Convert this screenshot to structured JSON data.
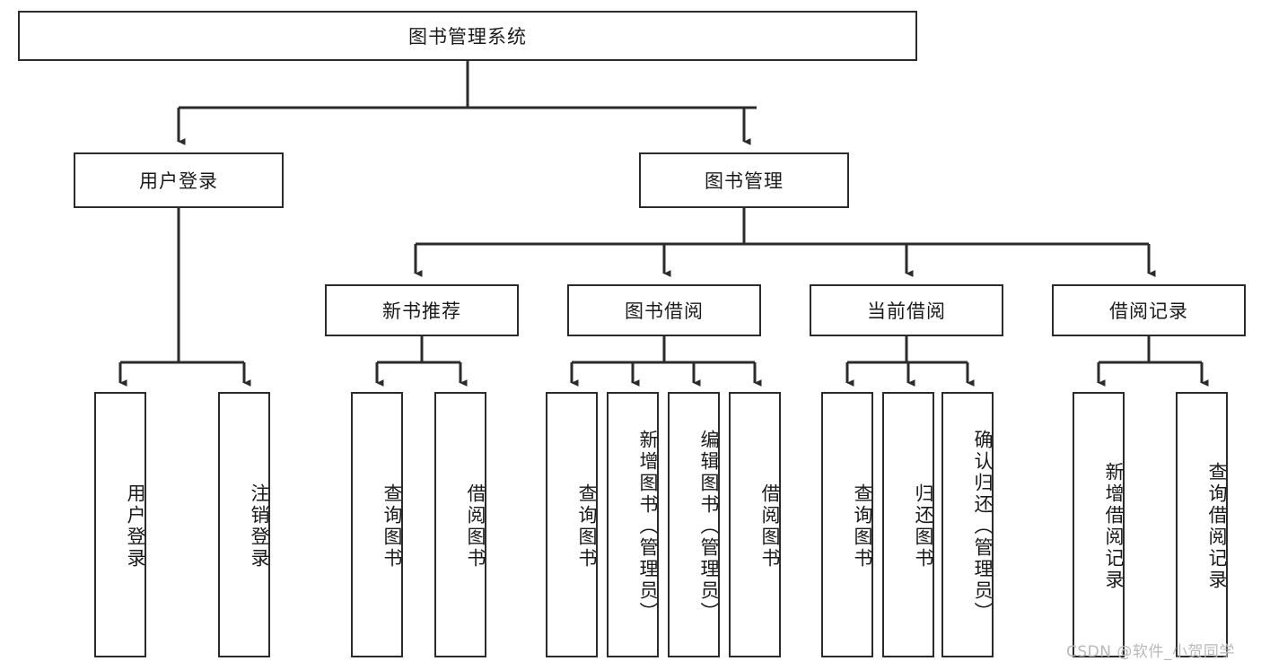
{
  "diagram": {
    "title": "图书管理系统",
    "type": "tree-hierarchy",
    "root": {
      "id": "root",
      "label": "图书管理系统"
    },
    "level2": [
      {
        "id": "user-login",
        "label": "用户登录"
      },
      {
        "id": "book-manage",
        "label": "图书管理"
      }
    ],
    "level3": [
      {
        "id": "new-book-rec",
        "label": "新书推荐",
        "parent": "book-manage"
      },
      {
        "id": "book-borrow",
        "label": "图书借阅",
        "parent": "book-manage"
      },
      {
        "id": "current-borrow",
        "label": "当前借阅",
        "parent": "book-manage"
      },
      {
        "id": "borrow-record",
        "label": "借阅记录",
        "parent": "book-manage"
      }
    ],
    "leaves": [
      {
        "id": "leaf-user-login",
        "label": "用户登录",
        "parent": "user-login"
      },
      {
        "id": "leaf-logout",
        "label": "注销登录",
        "parent": "user-login"
      },
      {
        "id": "leaf-query-book-1",
        "label": "查询图书",
        "parent": "new-book-rec"
      },
      {
        "id": "leaf-borrow-book-1",
        "label": "借阅图书",
        "parent": "new-book-rec"
      },
      {
        "id": "leaf-query-book-2",
        "label": "查询图书",
        "parent": "book-borrow"
      },
      {
        "id": "leaf-add-book",
        "label": "新增图书（管理员）",
        "parent": "book-borrow"
      },
      {
        "id": "leaf-edit-book",
        "label": "编辑图书（管理员）",
        "parent": "book-borrow"
      },
      {
        "id": "leaf-borrow-book-2",
        "label": "借阅图书",
        "parent": "book-borrow"
      },
      {
        "id": "leaf-query-book-3",
        "label": "查询图书",
        "parent": "current-borrow"
      },
      {
        "id": "leaf-return-book",
        "label": "归还图书",
        "parent": "current-borrow"
      },
      {
        "id": "leaf-confirm-return",
        "label": "确认归还（管理员）",
        "parent": "current-borrow"
      },
      {
        "id": "leaf-add-record",
        "label": "新增借阅记录",
        "parent": "borrow-record"
      },
      {
        "id": "leaf-query-record",
        "label": "查询借阅记录",
        "parent": "borrow-record"
      }
    ],
    "watermark": "CSDN @软件_小贺同学",
    "colors": {
      "stroke": "#2b2b2b",
      "background": "#ffffff",
      "text": "#1a1a1a",
      "watermark": "#b8b8b8"
    }
  }
}
